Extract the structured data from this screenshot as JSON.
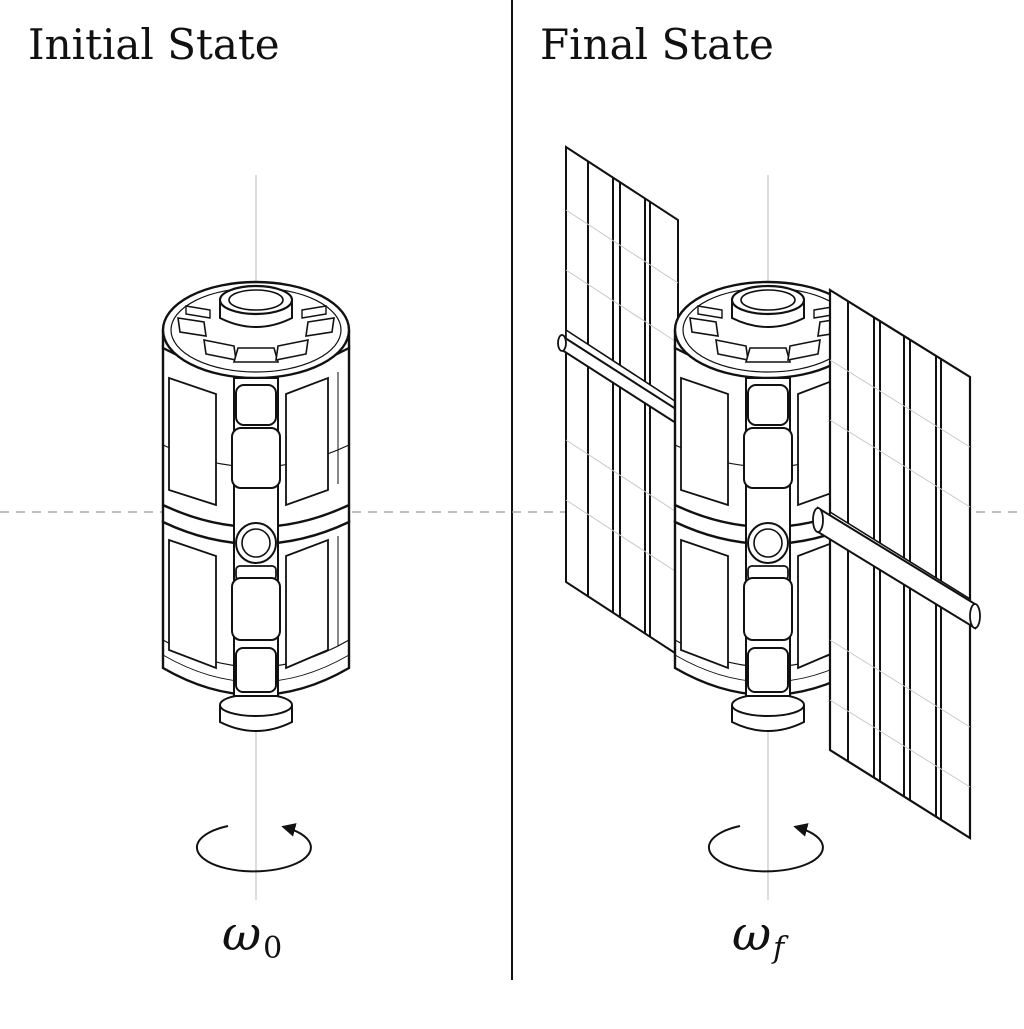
{
  "panels": {
    "left": {
      "title": "Initial State",
      "omega_symbol": "ω",
      "omega_sub": "0"
    },
    "right": {
      "title": "Final State",
      "omega_symbol": "ω",
      "omega_sub": "f"
    }
  },
  "colors": {
    "ink": "#111111",
    "axis": "#b0b0b0",
    "center_line": "#9a9a9a",
    "panel_grid": "#c8c8c8"
  }
}
